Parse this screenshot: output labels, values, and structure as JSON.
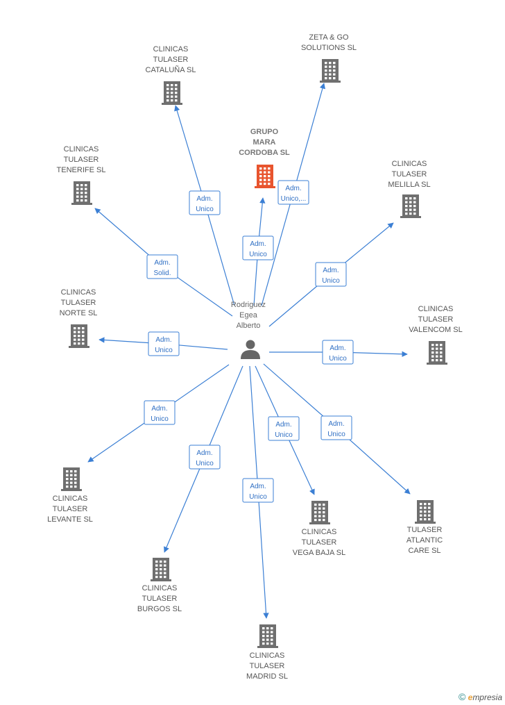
{
  "center": {
    "label_lines": [
      "Rodriguez",
      "Egea",
      "Alberto"
    ],
    "icon": "person-icon",
    "color": "#666666"
  },
  "colors": {
    "edge": "#3b7fd4",
    "building": "#6f6f6f",
    "highlight": "#e8542e"
  },
  "nodes": [
    {
      "id": "cataluna",
      "lines": [
        "CLINICAS",
        "TULASER",
        "CATALUÑA  SL"
      ],
      "icon": "building-icon",
      "highlight": false
    },
    {
      "id": "zeta",
      "lines": [
        "ZETA & GO",
        "SOLUTIONS  SL"
      ],
      "icon": "building-icon",
      "highlight": false
    },
    {
      "id": "grupo-mara",
      "lines": [
        "GRUPO",
        "MARA",
        "CORDOBA  SL"
      ],
      "icon": "building-icon",
      "highlight": true
    },
    {
      "id": "tenerife",
      "lines": [
        "CLINICAS",
        "TULASER",
        "TENERIFE  SL"
      ],
      "icon": "building-icon",
      "highlight": false
    },
    {
      "id": "melilla",
      "lines": [
        "CLINICAS",
        "TULASER",
        "MELILLA  SL"
      ],
      "icon": "building-icon",
      "highlight": false
    },
    {
      "id": "norte",
      "lines": [
        "CLINICAS",
        "TULASER",
        "NORTE  SL"
      ],
      "icon": "building-icon",
      "highlight": false
    },
    {
      "id": "valencom",
      "lines": [
        "CLINICAS",
        "TULASER",
        "VALENCOM  SL"
      ],
      "icon": "building-icon",
      "highlight": false
    },
    {
      "id": "levante",
      "lines": [
        "CLINICAS",
        "TULASER",
        "LEVANTE  SL"
      ],
      "icon": "building-icon",
      "highlight": false
    },
    {
      "id": "burgos",
      "lines": [
        "CLINICAS",
        "TULASER",
        "BURGOS  SL"
      ],
      "icon": "building-icon",
      "highlight": false
    },
    {
      "id": "madrid",
      "lines": [
        "CLINICAS",
        "TULASER",
        "MADRID  SL"
      ],
      "icon": "building-icon",
      "highlight": false
    },
    {
      "id": "vega-baja",
      "lines": [
        "CLINICAS",
        "TULASER",
        "VEGA BAJA  SL"
      ],
      "icon": "building-icon",
      "highlight": false
    },
    {
      "id": "atlantic",
      "lines": [
        "TULASER",
        "ATLANTIC",
        "CARE  SL"
      ],
      "icon": "building-icon",
      "highlight": false
    }
  ],
  "edges": [
    {
      "to": "cataluna",
      "label": [
        "Adm.",
        "Unico"
      ]
    },
    {
      "to": "zeta",
      "label": [
        "Adm.",
        "Unico,..."
      ]
    },
    {
      "to": "grupo-mara",
      "label": [
        "Adm.",
        "Unico"
      ]
    },
    {
      "to": "tenerife",
      "label": [
        "Adm.",
        "Solid."
      ]
    },
    {
      "to": "melilla",
      "label": [
        "Adm.",
        "Unico"
      ]
    },
    {
      "to": "norte",
      "label": [
        "Adm.",
        "Unico"
      ]
    },
    {
      "to": "valencom",
      "label": [
        "Adm.",
        "Unico"
      ]
    },
    {
      "to": "levante",
      "label": [
        "Adm.",
        "Unico"
      ]
    },
    {
      "to": "burgos",
      "label": [
        "Adm.",
        "Unico"
      ]
    },
    {
      "to": "madrid",
      "label": [
        "Adm.",
        "Unico"
      ]
    },
    {
      "to": "vega-baja",
      "label": [
        "Adm.",
        "Unico"
      ]
    },
    {
      "to": "atlantic",
      "label": [
        "Adm.",
        "Unico"
      ]
    }
  ],
  "footer": {
    "copyright": "©",
    "brand_initial": "e",
    "brand_rest": "mpresia"
  }
}
